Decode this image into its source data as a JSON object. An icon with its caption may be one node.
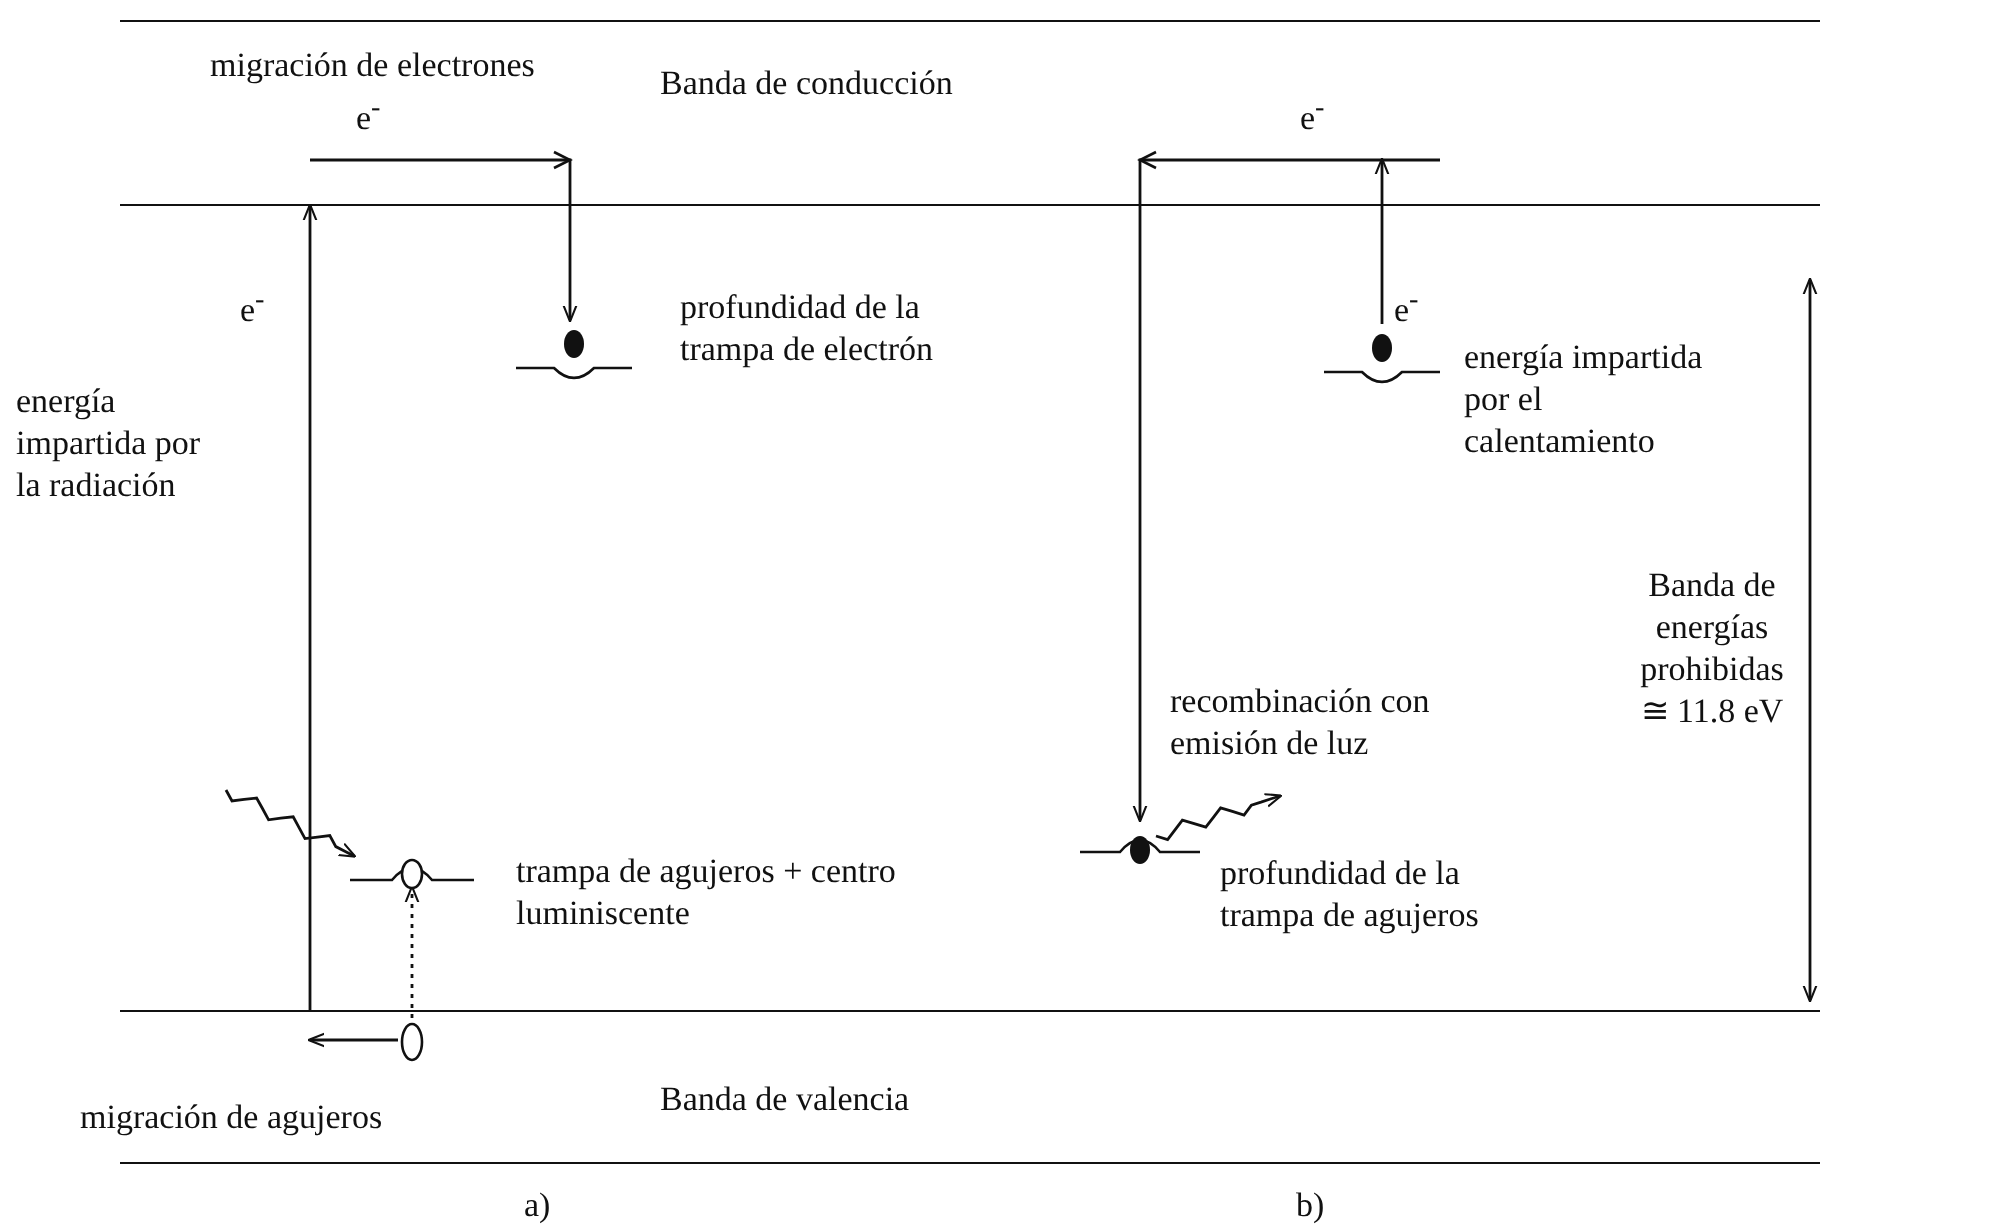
{
  "diagram": {
    "nodes": [
      {
        "text": [
          "Banda de conducción"
        ]
      },
      {
        "text": [
          "Banda de valencia"
        ]
      },
      {
        "text": [],
        "shape": "circle",
        "beside": [
          "profundidad de la trampa de electrón"
        ]
      },
      {
        "text": [],
        "shape": "circle",
        "beside": [
          "trampa de agujeros + centro luminiscente"
        ]
      },
      {
        "text": [],
        "shape": "circle",
        "in": 1
      },
      {
        "text": [],
        "shape": "circle"
      },
      {
        "text": [],
        "shape": "circle",
        "beside": [
          "profundidad de la trampa de agujeros"
        ]
      }
    ],
    "edges": [
      {
        "from": 1,
        "to": 0,
        "arrow": "to",
        "label": "e$^{-}$"
      },
      {
        "from": 0,
        "to": 2,
        "arrow": "to",
        "label": "e$^{-}$"
      },
      {
        "from": 4,
        "to": 1,
        "arrow": "to"
      },
      {
        "from": 4,
        "to": 3,
        "arrow": "to",
        "style": "dashed"
      },
      {
        "from": null,
        "to": 3,
        "arrow": "to"
      },
      {
        "from": 5,
        "to": 0,
        "arrow": "to",
        "label": "e$^{-}$"
      },
      {
        "from": 0,
        "to": 6,
        "arrow": "to",
        "label": "e$^{-}$"
      },
      {
        "from": 6,
        "to": null,
        "arrow": "to"
      }
    ],
    "labels": [
      "migración de electrones",
      "energía impartida por la radiación",
      "energía impartida por el calentamiento",
      "recombinación con emisión de luz",
      "Banda de energías prohibidas ≅ 11.8 eV",
      "migración de agujeros",
      "a)",
      "b)"
    ]
  }
}
